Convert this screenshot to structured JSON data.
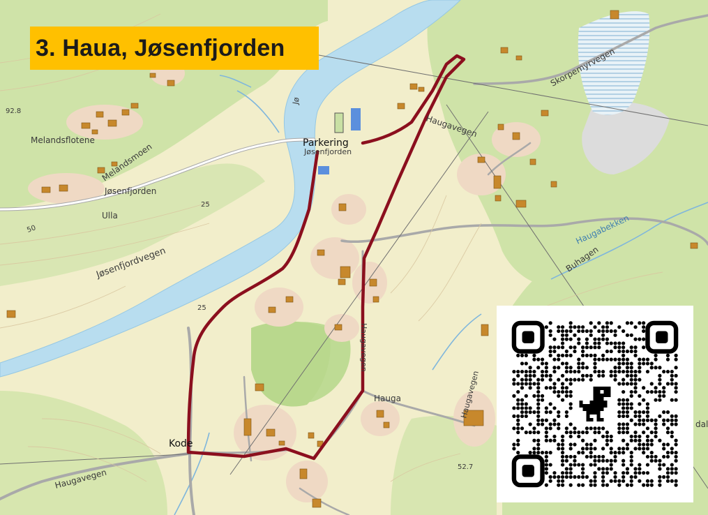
{
  "title": "3. Haua, Jøsenfjorden",
  "colors": {
    "title_bg": "#ffc000",
    "route": "#8b0f1e",
    "water": "#b8ddef",
    "land": "#f2eecb",
    "forest": "#c9e0a4"
  },
  "labels": {
    "parkering": "Parkering",
    "josenfjorden_small": "Jøsenfjorden",
    "melandsflotene": "Melandsflotene",
    "melandsmoen": "Melandsmoen",
    "josenfjorden_place": "Jøsenfjorden",
    "ulla": "Ulla",
    "josenfjordvegen": "Jøsenfjordvegen",
    "skorpemyrvegen": "Skorpemyrvegen",
    "haugavegen_top": "Haugavegen",
    "haugabekken": "Haugabekken",
    "buhagen": "Buhagen",
    "hauga": "Hauga",
    "haugavegen_vertical": "Haugavegen",
    "haugavegen_right": "Haugavegen",
    "haugavegen_bottom": "Haugavegen",
    "kode": "Kode",
    "j_top": "Jø",
    "dal_partial": "dal",
    "elev_92": "92.8",
    "elev_25a": "25",
    "elev_25b": "25",
    "elev_50": "50",
    "elev_52": "52.7"
  },
  "qr_icon": "dinosaur-icon"
}
